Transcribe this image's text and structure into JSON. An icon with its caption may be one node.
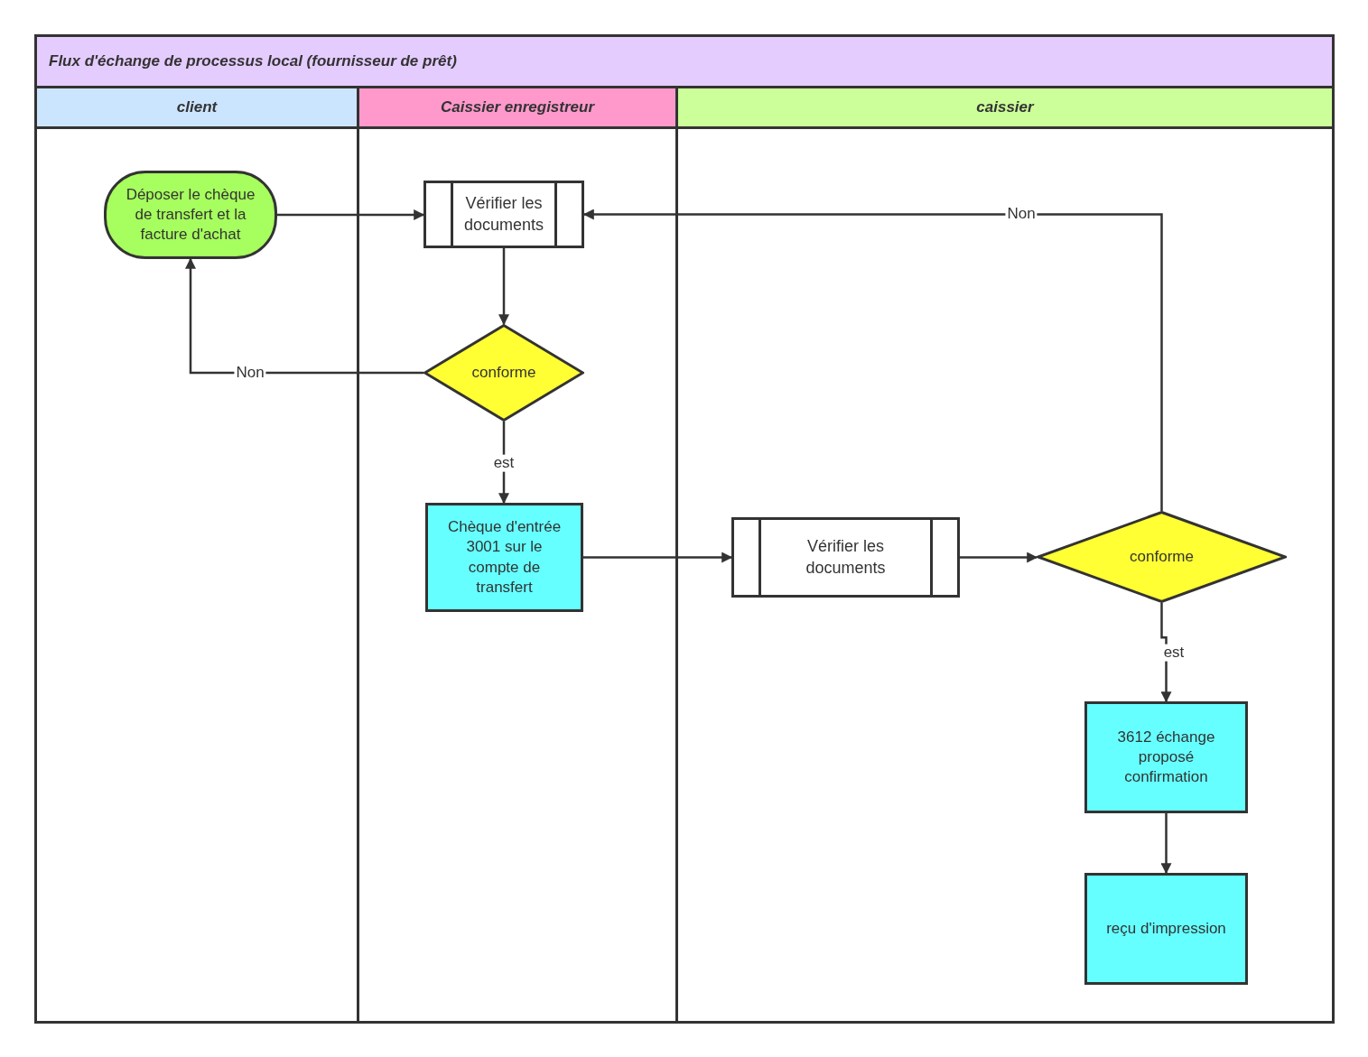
{
  "diagram": {
    "nodes": [
      {
        "text": [
          "Flux d'échange de processus local (fournisseur de prêt)"
        ]
      },
      {
        "text": [
          "client"
        ],
        "in": 0
      },
      {
        "text": [
          "Caissier enregistreur"
        ],
        "in": 0
      },
      {
        "text": [
          "caissier"
        ],
        "in": 0
      },
      {
        "text": [
          "Déposer le chèque de transfert et la facture d'achat"
        ],
        "in": 1
      },
      {
        "text": [
          "Vérifier les documents"
        ],
        "in": 2
      },
      {
        "text": [
          "conforme"
        ],
        "in": 2
      },
      {
        "text": [
          "Chèque d'entrée 3001 sur le compte de transfert"
        ],
        "in": 2
      },
      {
        "text": [
          "Vérifier les documents"
        ],
        "in": 3
      },
      {
        "text": [
          "conforme"
        ],
        "in": 3
      },
      {
        "text": [
          "3612 échange proposé confirmation"
        ],
        "in": 3
      },
      {
        "text": [
          "reçu d'impression"
        ],
        "in": 3
      }
    ],
    "edges": [
      {
        "from": 4,
        "to": 5,
        "arrow": "to"
      },
      {
        "from": 5,
        "to": 6,
        "arrow": "to"
      },
      {
        "from": 6,
        "to": 4,
        "arrow": "to",
        "label": "Non"
      },
      {
        "from": 6,
        "to": 7,
        "arrow": "to",
        "label": "est"
      },
      {
        "from": 7,
        "to": 8,
        "arrow": "to"
      },
      {
        "from": 8,
        "to": 9,
        "arrow": "to"
      },
      {
        "from": 9,
        "to": 5,
        "arrow": "to",
        "label": "Non"
      },
      {
        "from": 9,
        "to": 10,
        "arrow": "to",
        "label": "est"
      },
      {
        "from": 10,
        "to": 11,
        "arrow": "to"
      }
    ]
  }
}
